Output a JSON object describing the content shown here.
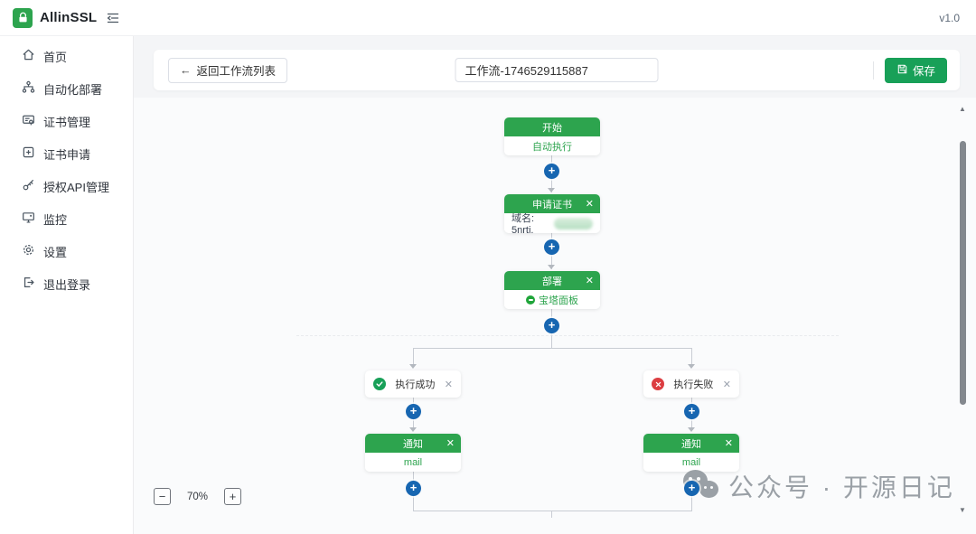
{
  "header": {
    "brand": "AllinSSL",
    "version": "v1.0"
  },
  "sidebar": {
    "items": [
      {
        "label": "首页",
        "icon": "home-icon"
      },
      {
        "label": "自动化部署",
        "icon": "workflow-icon"
      },
      {
        "label": "证书管理",
        "icon": "certificate-manage-icon"
      },
      {
        "label": "证书申请",
        "icon": "certificate-apply-icon"
      },
      {
        "label": "授权API管理",
        "icon": "api-key-icon"
      },
      {
        "label": "监控",
        "icon": "monitor-icon"
      },
      {
        "label": "设置",
        "icon": "settings-icon"
      },
      {
        "label": "退出登录",
        "icon": "logout-icon"
      }
    ]
  },
  "toolbar": {
    "back_label": "返回工作流列表",
    "workflow_name": "工作流-1746529115887",
    "save_label": "保存"
  },
  "workflow": {
    "start": {
      "title": "开始",
      "body": "自动执行"
    },
    "apply_cert": {
      "title": "申请证书",
      "domain_label": "域名: 5nrtj."
    },
    "deploy": {
      "title": "部署",
      "provider": "宝塔面板"
    },
    "branch_success": {
      "label": "执行成功"
    },
    "branch_fail": {
      "label": "执行失败"
    },
    "notify_success": {
      "title": "通知",
      "channel": "mail"
    },
    "notify_fail": {
      "title": "通知",
      "channel": "mail"
    }
  },
  "canvas": {
    "zoom_level": "70%",
    "watermark": "公众号 · 开源日记"
  },
  "glyphs": {
    "close": "✕",
    "plus": "+",
    "minus": "−",
    "back_arrow": "←",
    "scroll_up": "▲",
    "scroll_down": "▼"
  },
  "colors": {
    "node_green": "#2da44e",
    "button_green": "#18a058",
    "connector_blue": "#1766b1",
    "fail_red": "#dc3e42"
  }
}
